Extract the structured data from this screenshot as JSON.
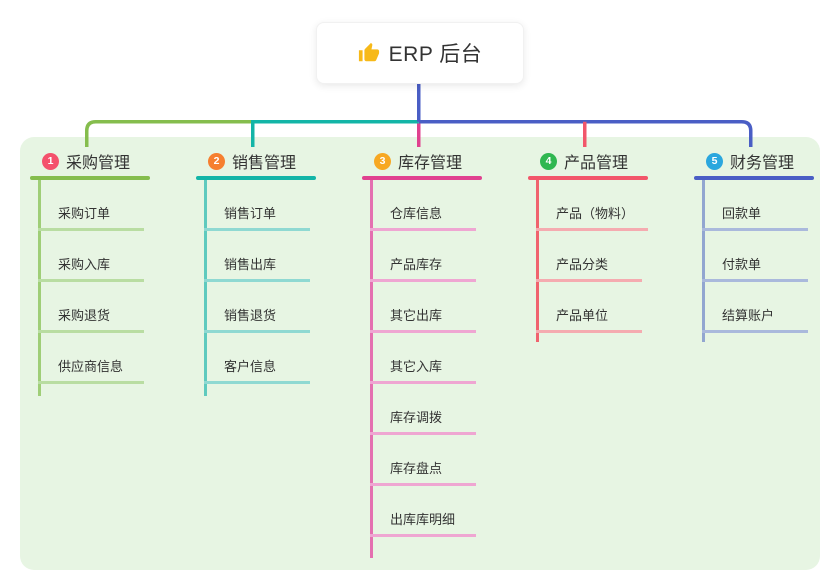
{
  "root": {
    "title": "ERP 后台",
    "icon": "thumbs-up-icon",
    "icon_color": "#f7b918"
  },
  "panel": {
    "background": "#e7f5e3"
  },
  "connector": {
    "root_line_color": "#4a5ec5"
  },
  "branches": [
    {
      "badge": "1",
      "badge_color": "#f4516c",
      "label": "采购管理",
      "color": "#85bd4d",
      "spine_color": "#9fce77",
      "child_line_color": "#b9dda2",
      "items": [
        "采购订单",
        "采购入库",
        "采购退货",
        "供应商信息"
      ]
    },
    {
      "badge": "2",
      "badge_color": "#f67f2f",
      "label": "销售管理",
      "color": "#13b5a7",
      "spine_color": "#5fcabe",
      "child_line_color": "#8fd9d2",
      "items": [
        "销售订单",
        "销售出库",
        "销售退货",
        "客户信息"
      ]
    },
    {
      "badge": "3",
      "badge_color": "#f7a823",
      "label": "库存管理",
      "color": "#e0418f",
      "spine_color": "#e470b0",
      "child_line_color": "#efa6d2",
      "items": [
        "仓库信息",
        "产品库存",
        "其它出库",
        "其它入库",
        "库存调拨",
        "库存盘点",
        "出库库明细"
      ]
    },
    {
      "badge": "4",
      "badge_color": "#2fb750",
      "label": "产品管理",
      "color": "#f2566a",
      "spine_color": "#f0636e",
      "child_line_color": "#f5abb0",
      "items": [
        "产品（物料）",
        "产品分类",
        "产品单位"
      ]
    },
    {
      "badge": "5",
      "badge_color": "#2ba7de",
      "label": "财务管理",
      "color": "#4a5ec5",
      "spine_color": "#92a6d0",
      "child_line_color": "#aab9dc",
      "items": [
        "回款单",
        "付款单",
        "结算账户"
      ]
    }
  ]
}
